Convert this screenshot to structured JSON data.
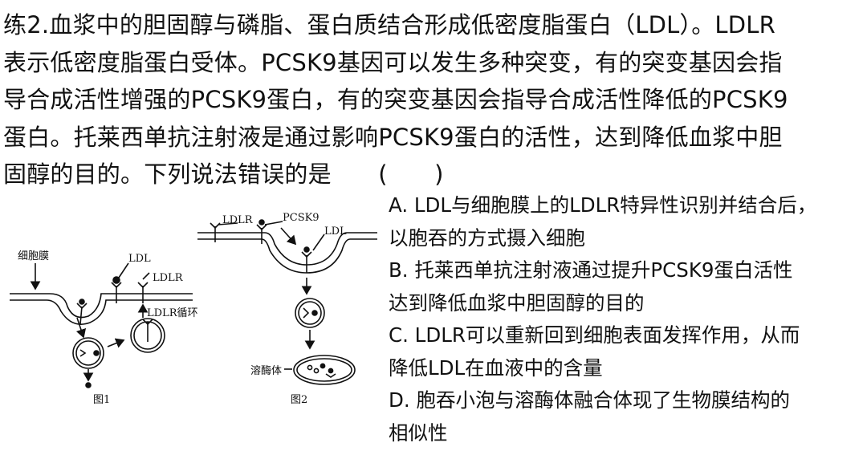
{
  "question": {
    "stem_lines": [
      "练2.血浆中的胆固醇与磷脂、蛋白质结合形成低密度脂蛋白（LDL）。LDLR",
      "表示低密度脂蛋白受体。PCSK9基因可以发生多种突变，有的突变基因会指",
      "导合成活性增强的PCSK9蛋白，有的突变基因会指导合成活性降低的PCSK9",
      "蛋白。托莱西单抗注射液是通过影响PCSK9蛋白的活性，达到降低血浆中胆",
      "固醇的目的。下列说法错误的是　　(　　)"
    ],
    "option_lines": [
      "A. LDL与细胞膜上的LDLR特异性识别并结合后，",
      "以胞吞的方式摄入细胞",
      "B. 托莱西单抗注射液通过提升PCSK9蛋白活性",
      "达到降低血浆中胆固醇的目的",
      "C. LDLR可以重新回到细胞表面发挥作用，从而",
      "降低LDL在血液中的含量",
      "D. 胞吞小泡与溶酶体融合体现了生物膜结构的",
      "相似性"
    ]
  },
  "figure1": {
    "membrane_label": "细胞膜",
    "ldl_label": "LDL",
    "ldlr_label": "LDLR",
    "cycle_label": "LDLR循环",
    "caption": "图1"
  },
  "figure2": {
    "ldlr_label": "LDLR",
    "pcsk9_label": "PCSK9",
    "ldl_label": "LDL",
    "lysosome_label": "溶酶体",
    "caption": "图2"
  }
}
